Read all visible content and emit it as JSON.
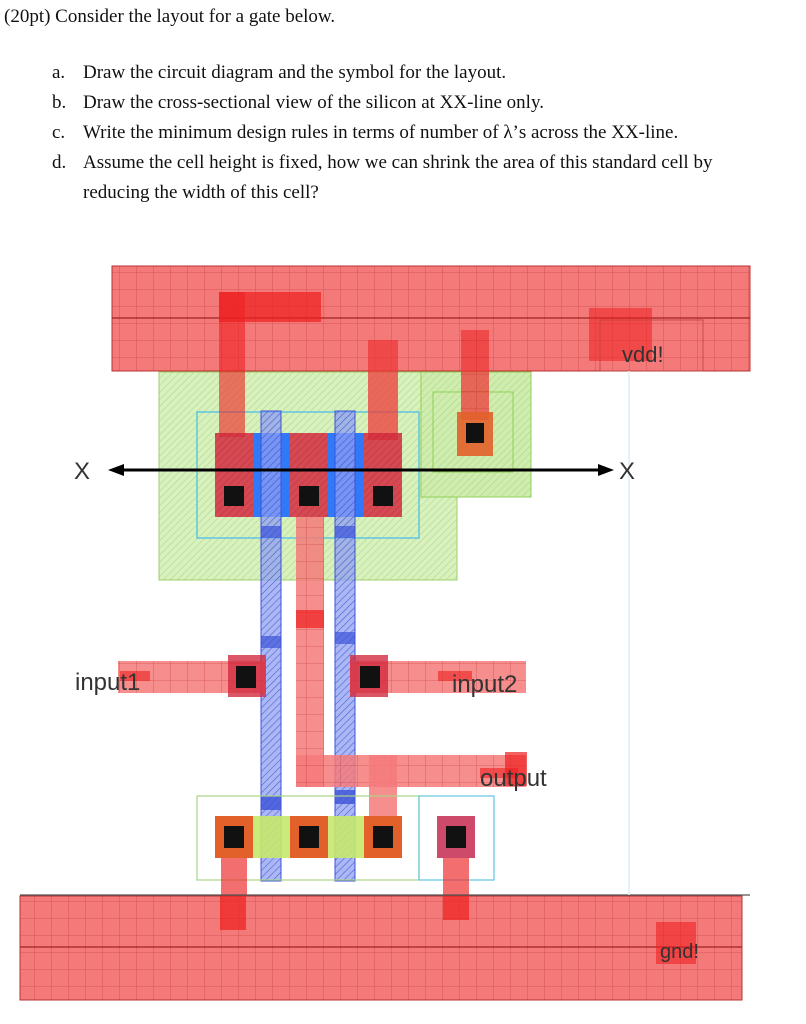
{
  "question": {
    "title": "(20pt) Consider the layout for a gate below.",
    "items": [
      {
        "marker": "a.",
        "text": "Draw the circuit diagram and the symbol for the layout."
      },
      {
        "marker": "b.",
        "text": "Draw the cross-sectional view of the silicon at XX-line only."
      },
      {
        "marker": "c.",
        "text": "Write the minimum design rules in terms of number of λ’s across the XX-line."
      },
      {
        "marker": "d.",
        "text": "Assume the cell height is fixed, how we can shrink the area of this standard cell by",
        "continuation": "reducing the width of this cell?"
      }
    ]
  },
  "layout": {
    "labels": {
      "vdd": "vdd!",
      "gnd": "gnd!",
      "input1": "input1",
      "input2": "input2",
      "output": "output",
      "x_left": "X",
      "x_right": "X"
    },
    "colors": {
      "metal": "#f25c5c",
      "metal_dark": "#e81010",
      "poly": "#4a6cf0",
      "poly_bright": "#1e6bff",
      "nwell": "#b8e08a",
      "active_outline": "#5fc6e0",
      "contact": "#111111",
      "diffusion_n": "#c0392b",
      "diffusion_p": "#e2612a"
    }
  }
}
